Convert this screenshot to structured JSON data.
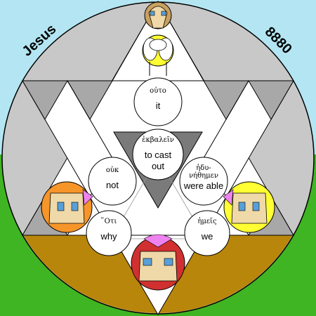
{
  "corner_left": "Jesus",
  "corner_right": "8880",
  "words": [
    {
      "greek": "οὐτο",
      "english": "it"
    },
    {
      "greek": "ἐκβαλεῖν",
      "english": "to cast",
      "english2": "out"
    },
    {
      "greek": "οὐκ",
      "english": "not"
    },
    {
      "greek": "ἠδυ-",
      "greek2": "νήθημεν",
      "english": "were able"
    },
    {
      "greek": "῞Οτι",
      "english": "why"
    },
    {
      "greek": "ἡμεῖς",
      "english": "we"
    }
  ],
  "colors": {
    "sky": "#b3e6f2",
    "grass": "#3fb523",
    "ring": "#c8c8c8",
    "ground": "#b8860b",
    "gray_tri": "#a8a8a8",
    "dark_tri": "#7a7a7a",
    "face_left": "#f5952a",
    "face_right": "#ffff33",
    "face_bottom": "#d03030",
    "face_top": "#c8a060"
  }
}
